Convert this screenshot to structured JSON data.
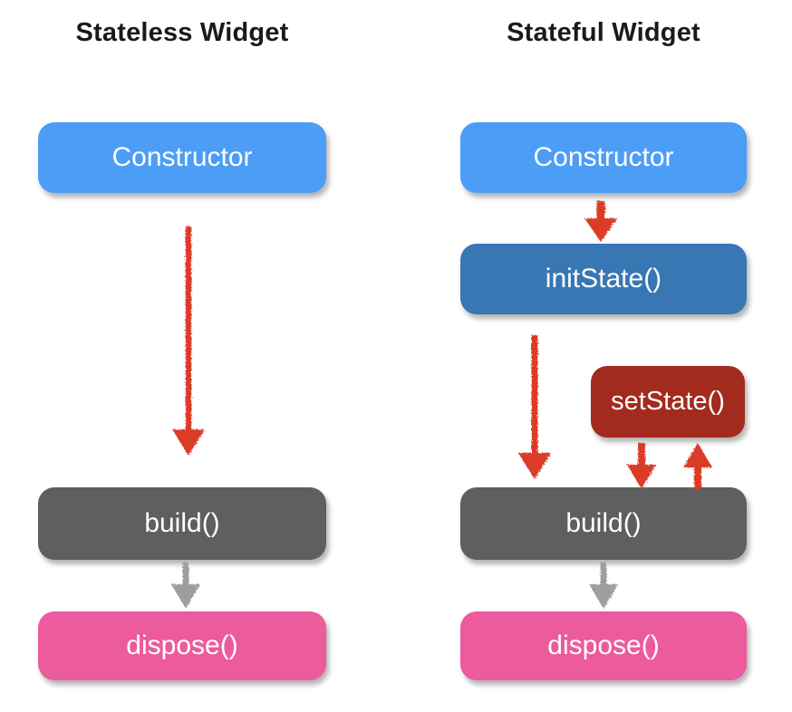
{
  "diagram": {
    "columns": [
      {
        "title": "Stateless Widget",
        "nodes": [
          {
            "id": "constructor",
            "label": "Constructor",
            "color": "#4C9DF6"
          },
          {
            "id": "build",
            "label": "build()",
            "color": "#5F5F5F"
          },
          {
            "id": "dispose",
            "label": "dispose()",
            "color": "#EB5B9D"
          }
        ]
      },
      {
        "title": "Stateful Widget",
        "nodes": [
          {
            "id": "constructor",
            "label": "Constructor",
            "color": "#4C9DF6"
          },
          {
            "id": "initstate",
            "label": "initState()",
            "color": "#3876B4"
          },
          {
            "id": "setstate",
            "label": "setState()",
            "color": "#A32B1D"
          },
          {
            "id": "build",
            "label": "build()",
            "color": "#5F5F5F"
          },
          {
            "id": "dispose",
            "label": "dispose()",
            "color": "#EB5B9D"
          }
        ]
      }
    ],
    "arrows": [
      {
        "id": "stateless-constructor-to-build",
        "color": "#DC3A28"
      },
      {
        "id": "stateful-constructor-to-initstate",
        "color": "#DC3A28"
      },
      {
        "id": "stateful-initstate-to-build",
        "color": "#DC3A28"
      },
      {
        "id": "setstate-to-build",
        "color": "#DC3A28"
      },
      {
        "id": "build-to-setstate",
        "color": "#DC3A28"
      },
      {
        "id": "stateless-build-to-dispose",
        "color": "#9E9E9E"
      },
      {
        "id": "stateful-build-to-dispose",
        "color": "#9E9E9E"
      }
    ],
    "colors": {
      "background": "#FFFFFF",
      "title_text": "#1A1A1A",
      "node_text": "#FFFFFF",
      "constructor_blue": "#4C9DF6",
      "initstate_blue": "#3876B4",
      "setstate_red": "#A32B1D",
      "build_gray": "#5F5F5F",
      "dispose_pink": "#EB5B9D",
      "arrow_red": "#DC3A28",
      "arrow_gray": "#9E9E9E"
    }
  }
}
